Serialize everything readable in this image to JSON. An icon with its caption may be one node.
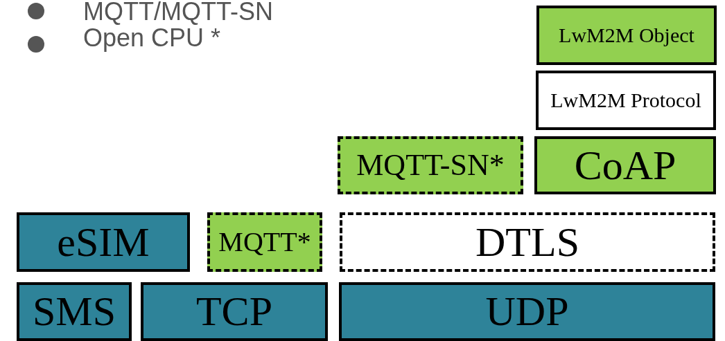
{
  "diagram": {
    "nodes": [
      {
        "text": [
          "LwM2M Object"
        ]
      },
      {
        "text": [
          "LwM2M Protocol"
        ]
      },
      {
        "text": [
          "MQTT-SN*"
        ]
      },
      {
        "text": [
          "CoAP"
        ]
      },
      {
        "text": [
          "eSIM"
        ]
      },
      {
        "text": [
          "MQTT*"
        ]
      },
      {
        "text": [
          "DTLS"
        ]
      },
      {
        "text": [
          "SMS"
        ]
      },
      {
        "text": [
          "TCP"
        ]
      },
      {
        "text": [
          "UDP"
        ]
      }
    ],
    "labels": [
      "MQTT/MQTT-SN",
      "Open CPU *"
    ]
  }
}
